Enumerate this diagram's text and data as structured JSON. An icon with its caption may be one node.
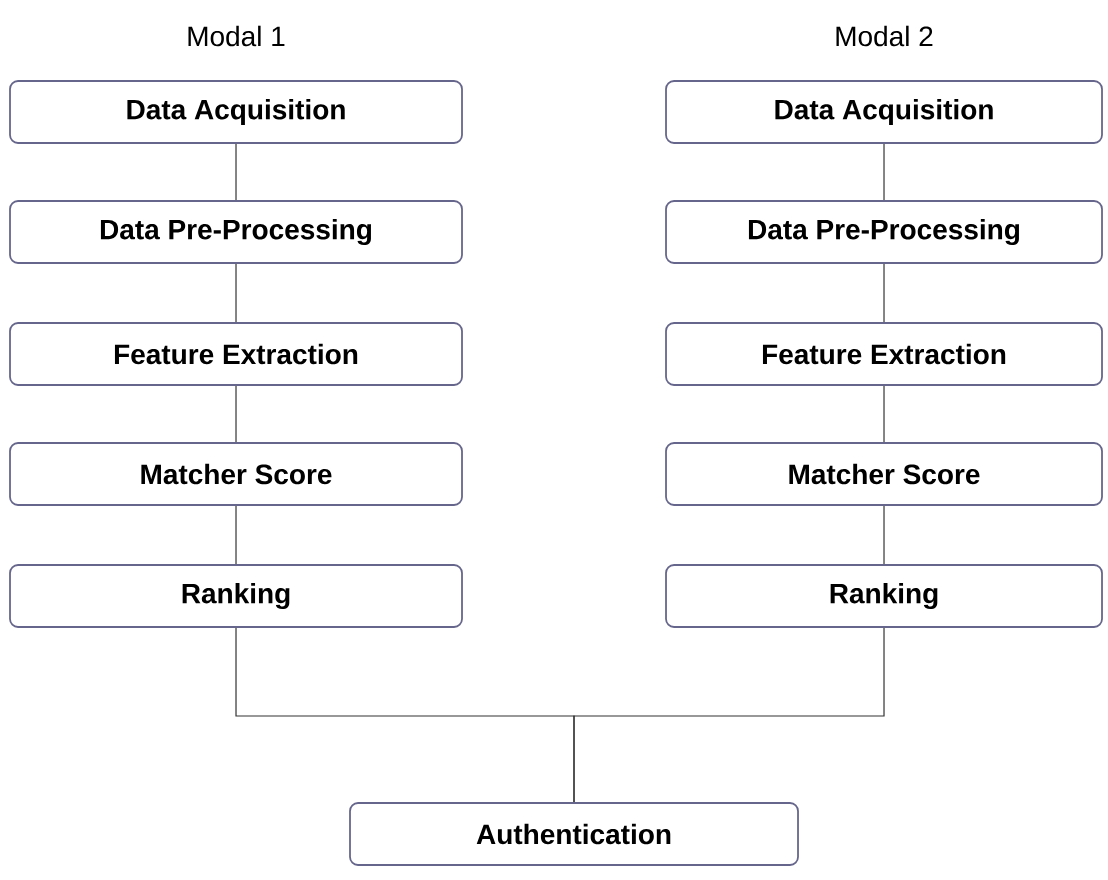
{
  "diagram": {
    "nodes": [
      {
        "text": [
          "Data Acquisition"
        ]
      },
      {
        "text": [
          "Data Pre-Processing"
        ]
      },
      {
        "text": [
          "Feature Extraction"
        ]
      },
      {
        "text": [
          "Matcher Score"
        ]
      },
      {
        "text": [
          "Ranking"
        ]
      },
      {
        "text": [
          "Data Acquisition"
        ]
      },
      {
        "text": [
          "Data Pre-Processing"
        ]
      },
      {
        "text": [
          "Feature Extraction"
        ]
      },
      {
        "text": [
          "Matcher Score"
        ]
      },
      {
        "text": [
          "Ranking"
        ]
      },
      {
        "text": [
          "Authentication"
        ]
      }
    ],
    "edges": [
      {
        "from": 0,
        "to": 1,
        "arrow": "none"
      },
      {
        "from": 1,
        "to": 2,
        "arrow": "none"
      },
      {
        "from": 2,
        "to": 3,
        "arrow": "none"
      },
      {
        "from": 3,
        "to": 4,
        "arrow": "none"
      },
      {
        "from": 5,
        "to": 6,
        "arrow": "none"
      },
      {
        "from": 6,
        "to": 7,
        "arrow": "none"
      },
      {
        "from": 7,
        "to": 8,
        "arrow": "none"
      },
      {
        "from": 8,
        "to": 9,
        "arrow": "none"
      },
      {
        "from": 4,
        "to": 10,
        "arrow": "none"
      },
      {
        "from": 9,
        "to": 10,
        "arrow": "none"
      }
    ],
    "labels": [
      "Modal 1",
      "Modal 2"
    ]
  }
}
